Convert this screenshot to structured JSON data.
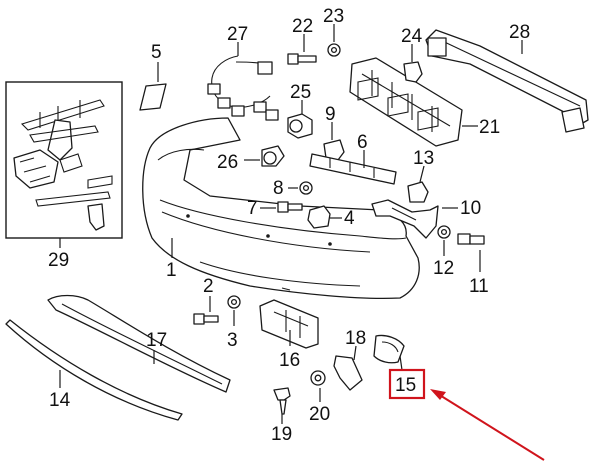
{
  "diagram": {
    "callouts": {
      "p1": "1",
      "p2": "2",
      "p3": "3",
      "p4": "4",
      "p5": "5",
      "p6": "6",
      "p7": "7",
      "p8": "8",
      "p9": "9",
      "p10": "10",
      "p11": "11",
      "p12": "12",
      "p13": "13",
      "p14": "14",
      "p15": "15",
      "p16": "16",
      "p17": "17",
      "p18": "18",
      "p19": "19",
      "p20": "20",
      "p21": "21",
      "p22": "22",
      "p23": "23",
      "p24": "24",
      "p25": "25",
      "p26": "26",
      "p27": "27",
      "p28": "28",
      "p29": "29"
    },
    "highlighted_part": "15",
    "highlight_color": "#d0141c",
    "line_color": "#1a1a1a"
  }
}
